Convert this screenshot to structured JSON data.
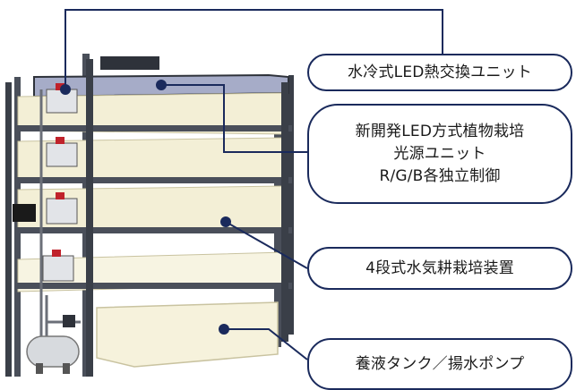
{
  "callouts": [
    {
      "lines": [
        "水冷式LED熱交換ユニット"
      ]
    },
    {
      "lines": [
        "新開発LED方式植物栽培",
        "光源ユニット",
        "R/G/B各独立制御"
      ]
    },
    {
      "lines": [
        "4段式水気耕栽培装置"
      ]
    },
    {
      "lines": [
        "養液タンク／揚水ポンプ"
      ]
    }
  ],
  "colors": {
    "frame": "#4a4f5a",
    "frame_dark": "#2e323a",
    "tray": "#f3efd6",
    "tray_edge": "#c9c3a0",
    "tank": "#f6f2dc",
    "light_panel": "#a6acc8",
    "callout_border": "#1a2a5c",
    "leader_line": "#1a2a5c",
    "valve_red": "#c0222b"
  }
}
